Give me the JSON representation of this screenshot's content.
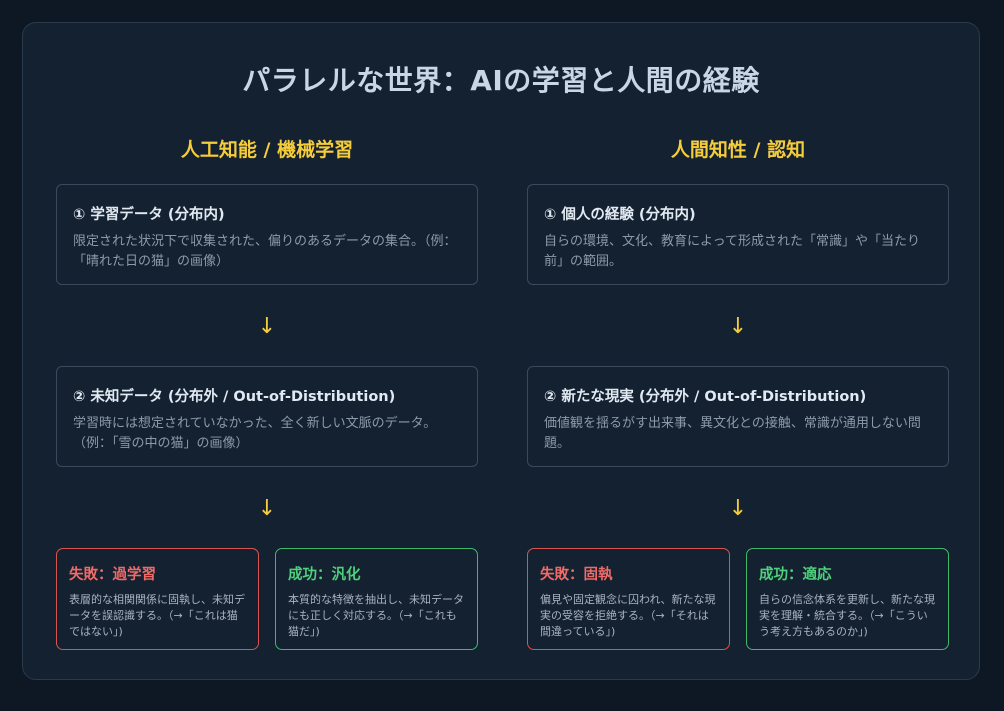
{
  "title": "パラレルな世界：AIの学習と人間の経験",
  "columns": [
    {
      "heading": "人工知能 / 機械学習",
      "box1": {
        "title": "① 学習データ (分布内)",
        "text": "限定された状況下で収集された、偏りのあるデータの集合。（例：「晴れた日の猫」の画像）"
      },
      "arrow1": "↓",
      "box2": {
        "title": "② 未知データ (分布外 / Out-of-Distribution)",
        "text": "学習時には想定されていなかった、全く新しい文脈のデータ。（例：「雪の中の猫」の画像）"
      },
      "arrow2": "↓",
      "fail": {
        "title": "失敗：過学習",
        "text": "表層的な相関関係に固執し、未知データを誤認識する。（→「これは猫ではない」)"
      },
      "success": {
        "title": "成功：汎化",
        "text": "本質的な特徴を抽出し、未知データにも正しく対応する。（→「これも猫だ」)"
      }
    },
    {
      "heading": "人間知性 / 認知",
      "box1": {
        "title": "① 個人の経験 (分布内)",
        "text": "自らの環境、文化、教育によって形成された「常識」や「当たり前」の範囲。"
      },
      "arrow1": "↓",
      "box2": {
        "title": "② 新たな現実 (分布外 / Out-of-Distribution)",
        "text": "価値観を揺るがす出来事、異文化との接触、常識が通用しない問題。"
      },
      "arrow2": "↓",
      "fail": {
        "title": "失敗：固執",
        "text": "偏見や固定観念に囚われ、新たな現実の受容を拒絶する。（→「それは間違っている」)"
      },
      "success": {
        "title": "成功：適応",
        "text": "自らの信念体系を更新し、新たな現実を理解・統合する。（→「こういう考え方もあるのか」)"
      }
    }
  ],
  "colors": {
    "accent": "#f5cc3a",
    "fail": "#d9534f",
    "success": "#3fb86a",
    "background": "#0d1824",
    "panel": "#142131"
  }
}
